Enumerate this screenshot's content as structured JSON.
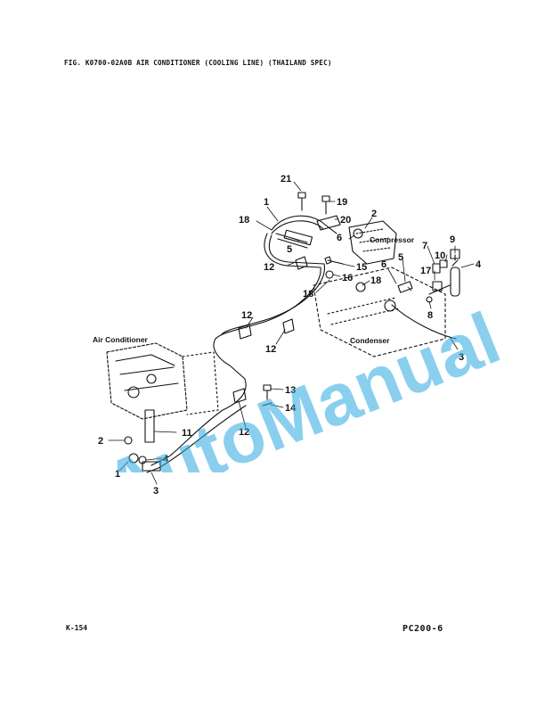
{
  "header": {
    "title": "FIG. K0700-02A0B AIR CONDITIONER (COOLING LINE) (THAILAND SPEC)"
  },
  "footer": {
    "page_number": "K-154",
    "model": "PC200-6"
  },
  "labels": {
    "compressor": "Compressor",
    "condenser": "Condenser",
    "air_conditioner": "Air Conditioner"
  },
  "callouts": [
    "21",
    "1",
    "19",
    "20",
    "2",
    "18",
    "6",
    "5",
    "12",
    "15",
    "16",
    "18",
    "6",
    "5",
    "7",
    "9",
    "10",
    "4",
    "17",
    "18",
    "8",
    "3",
    "12",
    "12",
    "13",
    "14",
    "11",
    "12",
    "2",
    "4",
    "1",
    "3"
  ],
  "watermark": {
    "text": "AutoManual"
  }
}
